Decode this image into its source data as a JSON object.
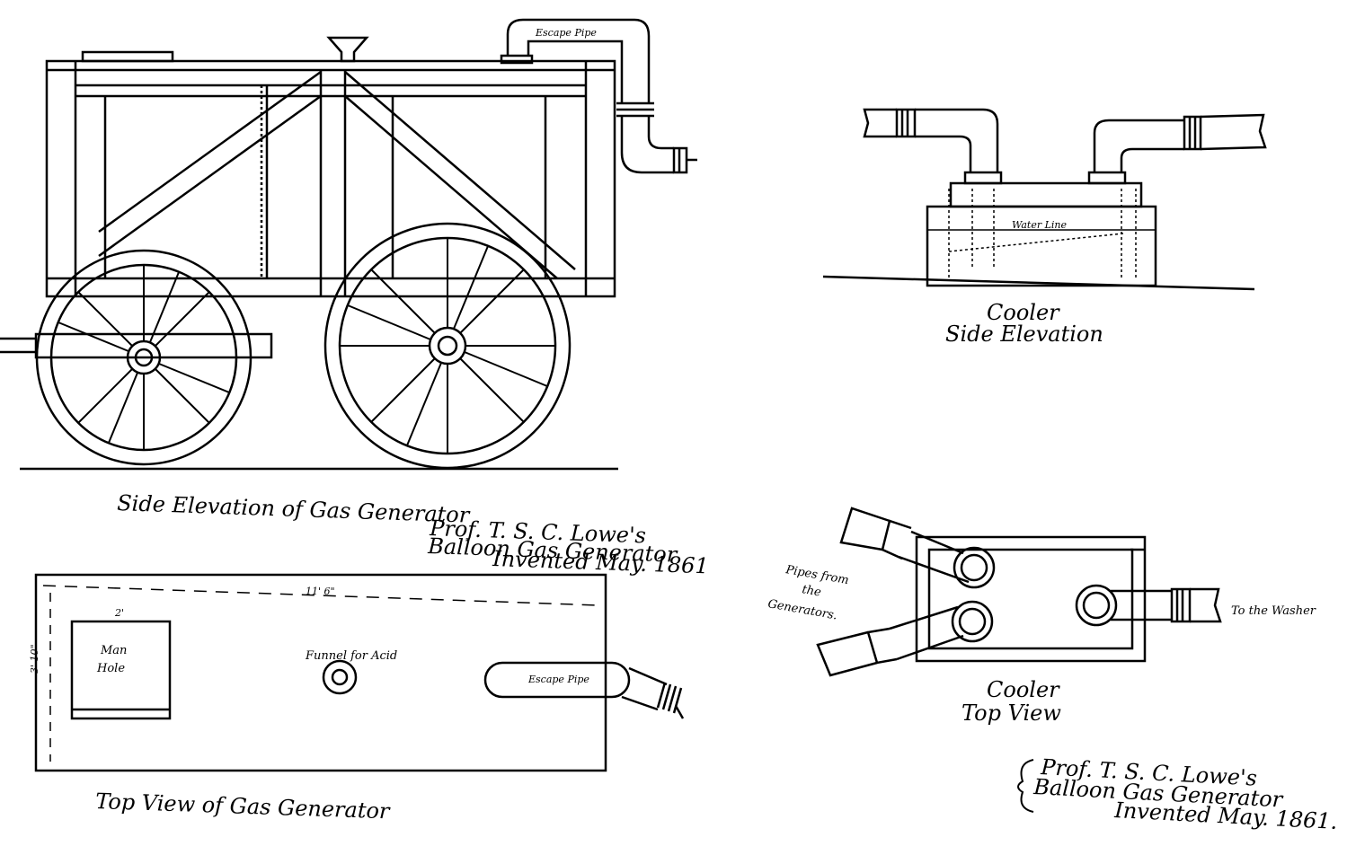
{
  "drawing": {
    "generator_side": {
      "caption": "Side Elevation of Gas Generator",
      "escape_pipe_label": "Escape Pipe"
    },
    "signature_1": {
      "line1": "Prof. T. S. C. Lowe's",
      "line2": "Balloon Gas Generator",
      "line3": "Invented May. 1861"
    },
    "generator_top": {
      "caption": "Top View of Gas Generator",
      "length_label": "11' 6\"",
      "width_label": "3' 10\"",
      "manhole_width_label": "2'",
      "manhole_label_1": "Man",
      "manhole_label_2": "Hole",
      "funnel_label": "Funnel for Acid",
      "escape_pipe_label": "Escape Pipe"
    },
    "cooler_side": {
      "caption_line1": "Cooler",
      "caption_line2": "Side Elevation",
      "water_line_label": "Water Line"
    },
    "cooler_top": {
      "caption_line1": "Cooler",
      "caption_line2": "Top View",
      "pipes_label_1": "Pipes from",
      "pipes_label_2": "the",
      "pipes_label_3": "Generators.",
      "washer_label": "To the Washer"
    },
    "signature_2": {
      "line1": "Prof. T. S. C. Lowe's",
      "line2": "Balloon Gas Generator",
      "line3": "Invented May. 1861."
    }
  },
  "colors": {
    "ink": "#000000",
    "paper": "#ffffff"
  }
}
